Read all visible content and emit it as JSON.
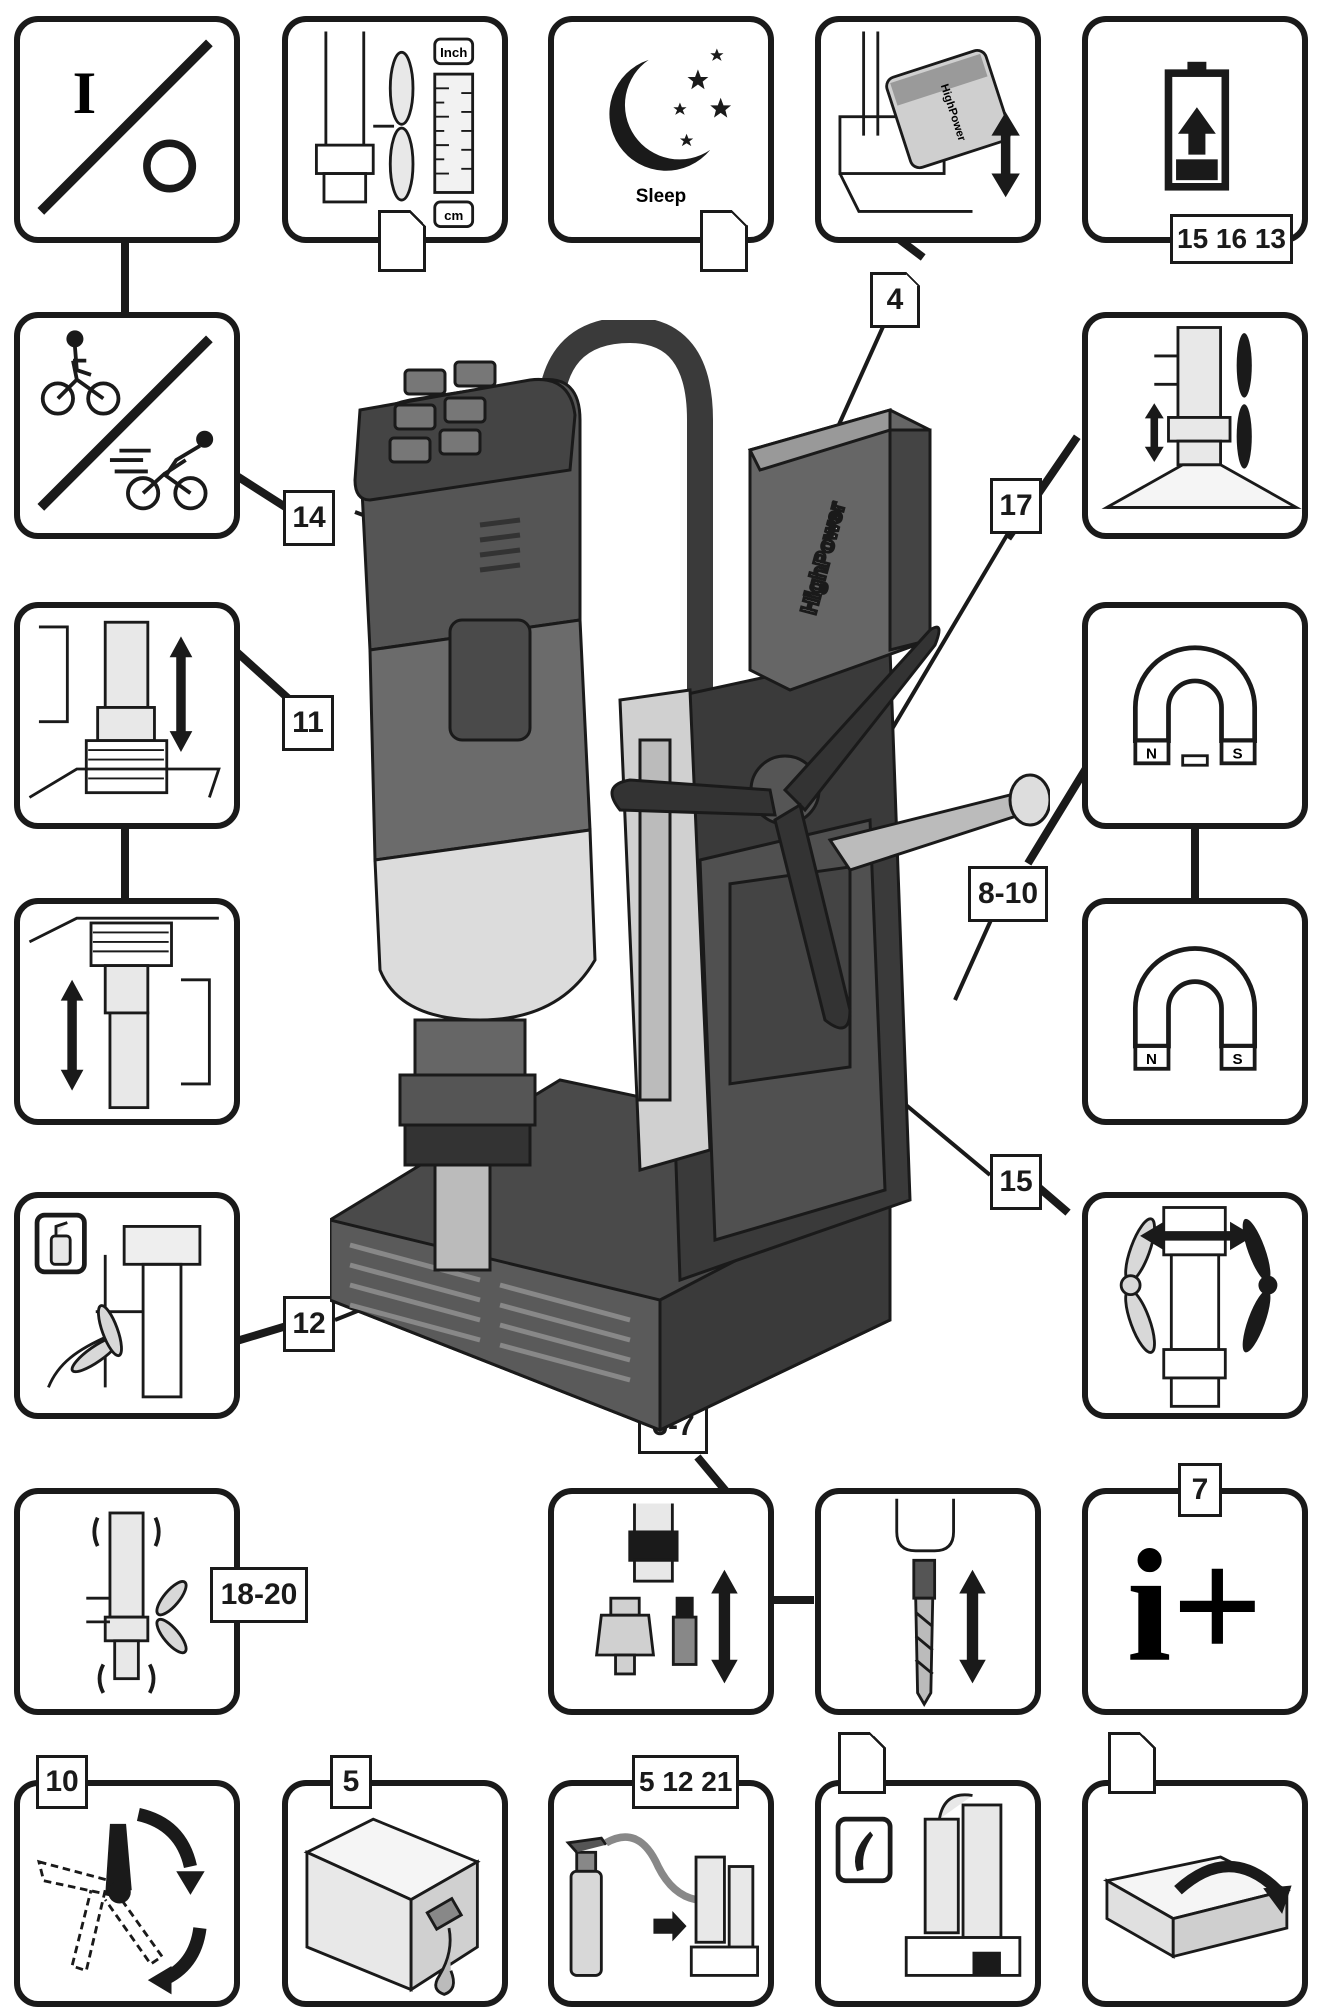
{
  "panels": {
    "switch_label_on": "I",
    "caliper_top": "Inch",
    "caliper_bottom": "cm",
    "sleep_label": "Sleep",
    "battery_brand": "HighPower",
    "magnet_n": "N",
    "magnet_s": "S",
    "info_symbol": "i+"
  },
  "tags": {
    "t4": "4",
    "t15_16_13": "15 16 13",
    "t14": "14",
    "t17": "17",
    "t11": "11",
    "t8_10": "8-10",
    "t15": "15",
    "t12": "12",
    "t6_7": "6-7",
    "t7": "7",
    "t18_20": "18-20",
    "t10": "10",
    "t5": "5",
    "t5_12_21": "5 12 21"
  },
  "machine": {
    "battery_label": "HighPower"
  },
  "colors": {
    "ink": "#1a1a1a",
    "body_dark": "#3a3a3a",
    "body_mid": "#6b6b6b",
    "body_light": "#d8d8d8"
  }
}
